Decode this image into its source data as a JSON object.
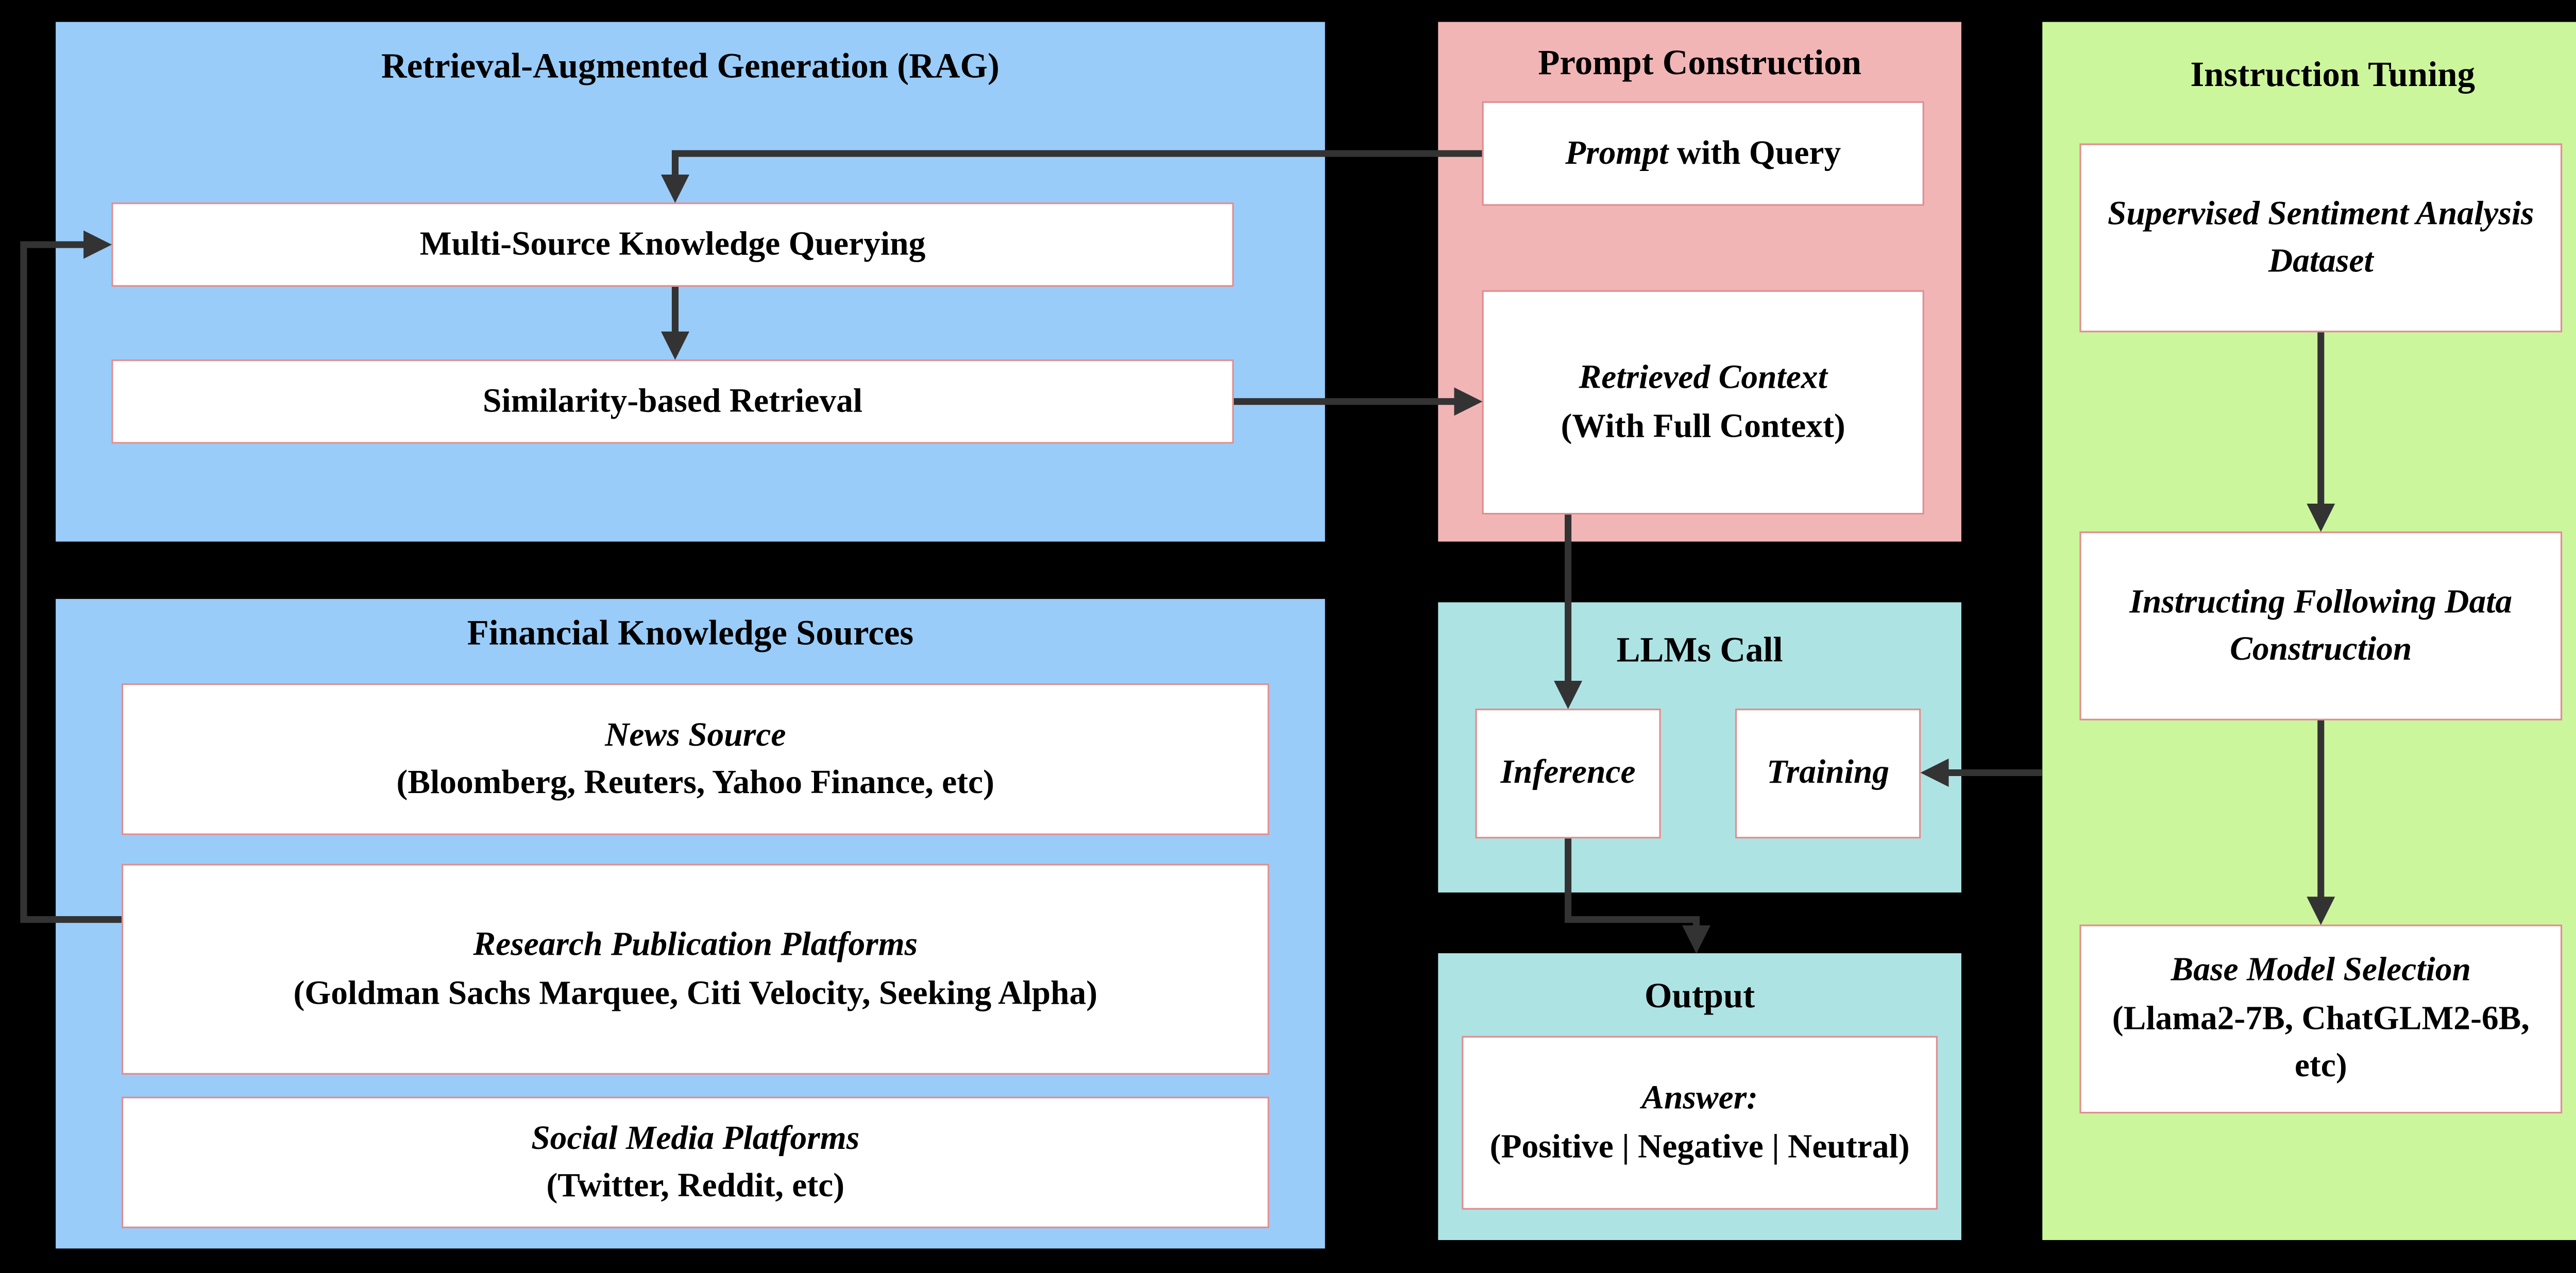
{
  "colors": {
    "background": "#000000",
    "blue": "#99ccf9",
    "pink": "#f2b5b6",
    "teal": "#aee3e4",
    "green": "#ccf69b",
    "box-border": "#e08e90",
    "arrow": "#333333",
    "text": "#000000"
  },
  "rag": {
    "title": "Retrieval-Augmented Generation (RAG)",
    "querying": "Multi-Source Knowledge Querying",
    "retrieval": "Similarity-based Retrieval"
  },
  "sources": {
    "title": "Financial Knowledge Sources",
    "news_line1": "News Source",
    "news_line2": "(Bloomberg, Reuters, Yahoo Finance, etc)",
    "research_line1": "Research Publication Platforms",
    "research_line2": "(Goldman Sachs Marquee, Citi Velocity, Seeking Alpha)",
    "social_line1": "Social Media Platforms",
    "social_line2": "(Twitter, Reddit, etc)"
  },
  "prompt": {
    "title": "Prompt Construction",
    "query_italic": "Prompt",
    "query_rest": " with Query",
    "context_line1": "Retrieved Context",
    "context_line2": "(With Full Context)"
  },
  "llms": {
    "title": "LLMs Call",
    "inference": "Inference",
    "training": "Training"
  },
  "output": {
    "title": "Output",
    "answer_line1": "Answer:",
    "answer_line2": "(Positive | Negative | Neutral)"
  },
  "tuning": {
    "title": "Instruction Tuning",
    "dataset": "Supervised Sentiment Analysis Dataset",
    "construction": "Instructing Following Data Construction",
    "base_line1": "Base Model Selection",
    "base_line2": "(Llama2-7B, ChatGLM2-6B, etc)"
  }
}
